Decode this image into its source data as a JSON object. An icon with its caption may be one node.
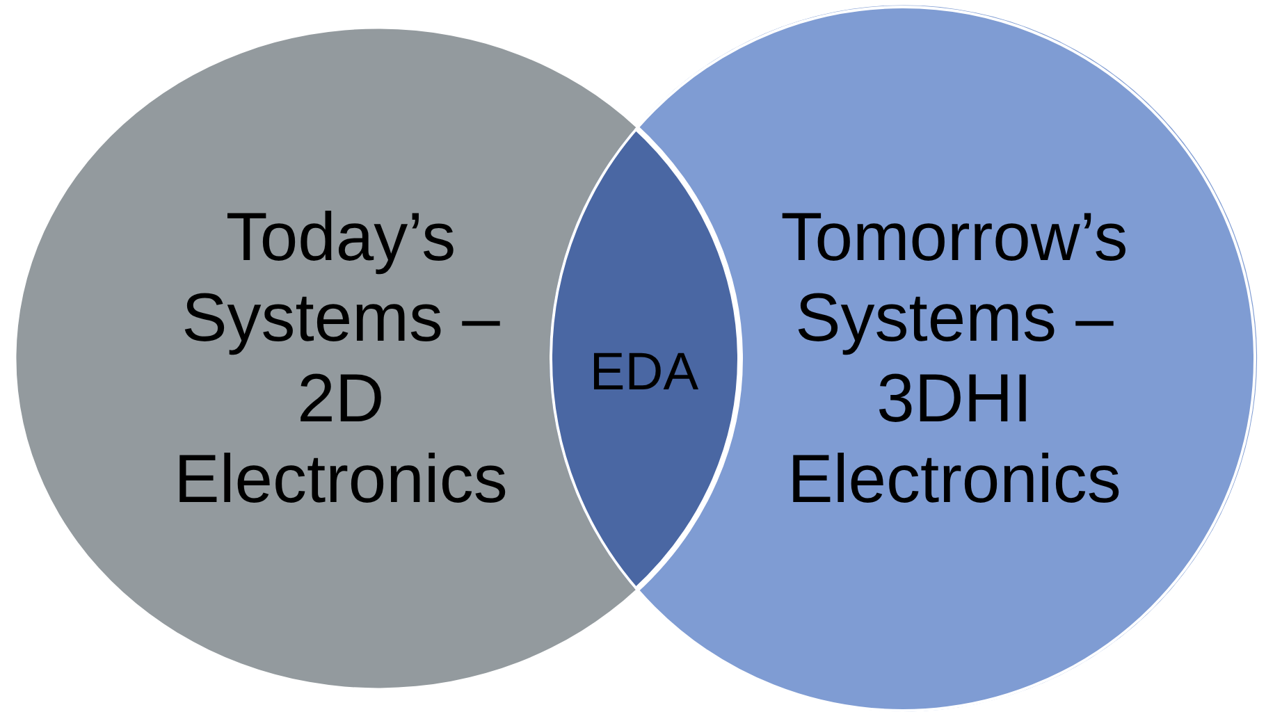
{
  "diagram": {
    "nodes": [
      {
        "text": [
          "Today’s Systems – 2D Electronics"
        ]
      },
      {
        "text": [
          "EDA"
        ]
      },
      {
        "text": [
          "Tomorrow’s Systems – 3DHI Electronics"
        ]
      }
    ]
  }
}
